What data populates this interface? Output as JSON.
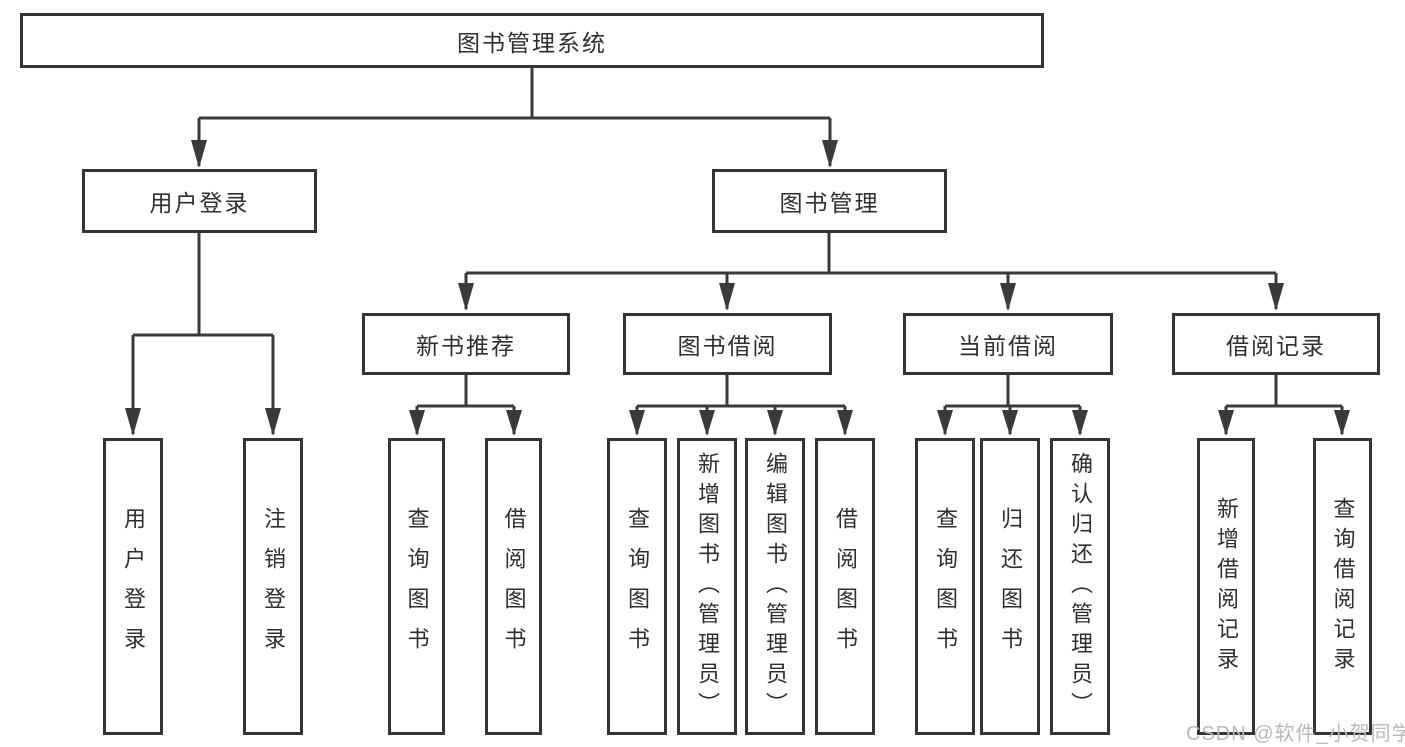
{
  "tree": {
    "label": "图书管理系统",
    "children": [
      {
        "label": "用户登录",
        "children": [
          {
            "label": "用户登录"
          },
          {
            "label": "注销登录"
          }
        ]
      },
      {
        "label": "图书管理",
        "children": [
          {
            "label": "新书推荐",
            "children": [
              {
                "label": "查询图书"
              },
              {
                "label": "借阅图书"
              }
            ]
          },
          {
            "label": "图书借阅",
            "children": [
              {
                "label": "查询图书"
              },
              {
                "label": "新增图书（管理员）"
              },
              {
                "label": "编辑图书（管理员）"
              },
              {
                "label": "借阅图书"
              }
            ]
          },
          {
            "label": "当前借阅",
            "children": [
              {
                "label": "查询图书"
              },
              {
                "label": "归还图书"
              },
              {
                "label": "确认归还（管理员）"
              }
            ]
          },
          {
            "label": "借阅记录",
            "children": [
              {
                "label": "新增借阅记录"
              },
              {
                "label": "查询借阅记录"
              }
            ]
          }
        ]
      }
    ]
  },
  "watermark": {
    "text": "CSDN @软件_小贺同学"
  },
  "colors": {
    "background": "#ffffff",
    "line": "#3a3a3a",
    "box_border": "#343434",
    "text": "#2f2f2f",
    "watermark": "#b9b9b9"
  }
}
